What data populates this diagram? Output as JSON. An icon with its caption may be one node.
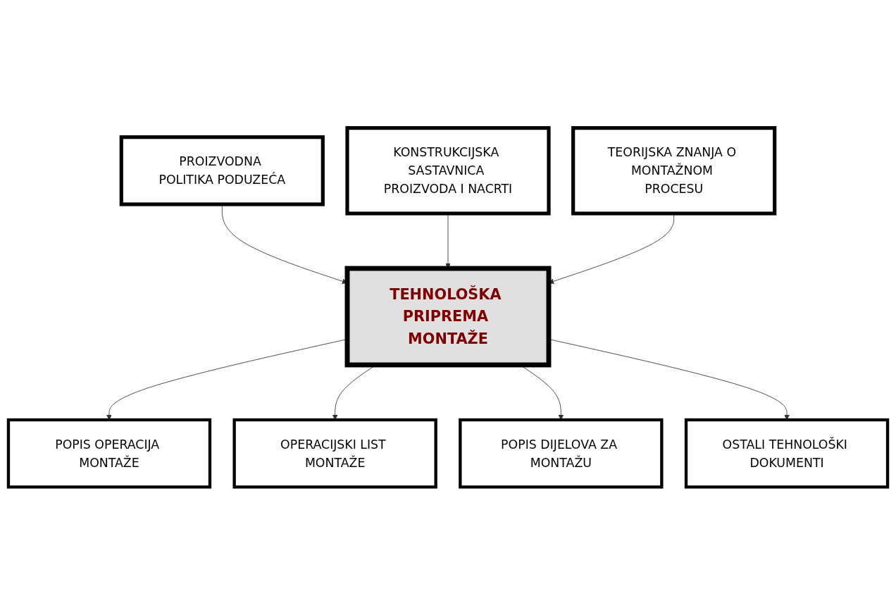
{
  "diagram": {
    "nodes": [
      {
        "text": [
          "PROIZVODNA POLITIKA PODUZEĆA"
        ]
      },
      {
        "text": [
          "KONSTRUKCIJSKA SASTAVNICA PROIZVODA I NACRTI"
        ]
      },
      {
        "text": [
          "TEORIJSKA ZNANJA O MONTAŽNOM PROCESU"
        ]
      },
      {
        "text": [
          "TEHNOLOŠKA PRIPREMA MONTAŽE"
        ]
      },
      {
        "text": [
          "POPIS OPERACIJA MONTAŽE"
        ]
      },
      {
        "text": [
          "OPERACIJSKI LIST MONTAŽE"
        ]
      },
      {
        "text": [
          "POPIS DIJELOVA ZA MONTAŽU"
        ]
      },
      {
        "text": [
          "OSTALI TEHNOLOŠKI DOKUMENTI"
        ]
      }
    ],
    "edges": [
      {
        "from": 0,
        "to": 3,
        "arrow": "to"
      },
      {
        "from": 1,
        "to": 3,
        "arrow": "to"
      },
      {
        "from": 2,
        "to": 3,
        "arrow": "to"
      },
      {
        "from": 3,
        "to": 4,
        "arrow": "to"
      },
      {
        "from": 3,
        "to": 5,
        "arrow": "to"
      },
      {
        "from": 3,
        "to": 6,
        "arrow": "to"
      },
      {
        "from": 3,
        "to": 7,
        "arrow": "to"
      }
    ]
  }
}
